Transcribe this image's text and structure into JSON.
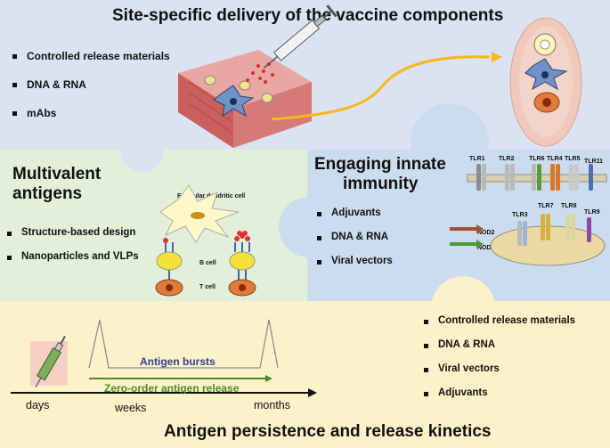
{
  "top": {
    "title": "Site-specific delivery of the vaccine components",
    "items": [
      "Controlled release materials",
      "DNA & RNA",
      "mAbs"
    ]
  },
  "left": {
    "title_line1": "Multivalent",
    "title_line2": "antigens",
    "items": [
      "Structure-based design",
      "Nanoparticles and VLPs"
    ],
    "labels": {
      "fdc": "Follicular dendritic cell",
      "bcell": "B cell",
      "tcell": "T cell"
    }
  },
  "right": {
    "title_line1": "Engaging innate",
    "title_line2": "immunity",
    "items": [
      "Adjuvants",
      "DNA & RNA",
      "Viral vectors"
    ],
    "tlr_top": [
      "TLR1",
      "TLR2",
      "TLR6",
      "TLR4",
      "TLR5",
      "TLR11"
    ],
    "tlr_bottom": [
      "TLR3",
      "TLR7",
      "TLR8",
      "TLR9"
    ],
    "nod": [
      "NOD2",
      "NOD1"
    ]
  },
  "bottom": {
    "title": "Antigen persistence and release kinetics",
    "items": [
      "Controlled release materials",
      "DNA & RNA",
      "Viral vectors",
      "Adjuvants"
    ],
    "bursts": "Antigen bursts",
    "zero_order": "Zero-order antigen release",
    "axis": [
      "days",
      "weeks",
      "months"
    ]
  },
  "colors": {
    "top_bg": "#dbe3f3",
    "left_bg": "#e3efd9",
    "right_bg": "#cbdcee",
    "bottom_bg": "#fdf1c9",
    "arrow": "#f6b81a",
    "bursts_text": "#2f3f86",
    "zero_text": "#4a8a2a"
  }
}
